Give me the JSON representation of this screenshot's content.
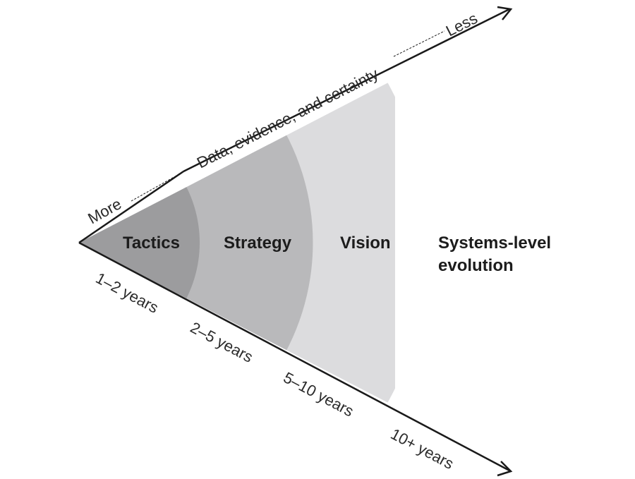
{
  "zones": [
    {
      "label": "Tactics",
      "color": "#9c9c9e"
    },
    {
      "label": "Strategy",
      "color": "#b9b9bb"
    },
    {
      "label": "Vision",
      "color": "#dcdcde"
    }
  ],
  "outer_label": {
    "line1": "Systems-level",
    "line2": "evolution"
  },
  "top_axis": {
    "start_label": "More",
    "middle_label": "Data, evidence, and certainty",
    "end_label": "Less"
  },
  "time_labels": [
    "1–2 years",
    "2–5 years",
    "5–10 years",
    "10+ years"
  ],
  "colors": {
    "axis": "#1a1a1a",
    "text": "#1c1c1c"
  }
}
